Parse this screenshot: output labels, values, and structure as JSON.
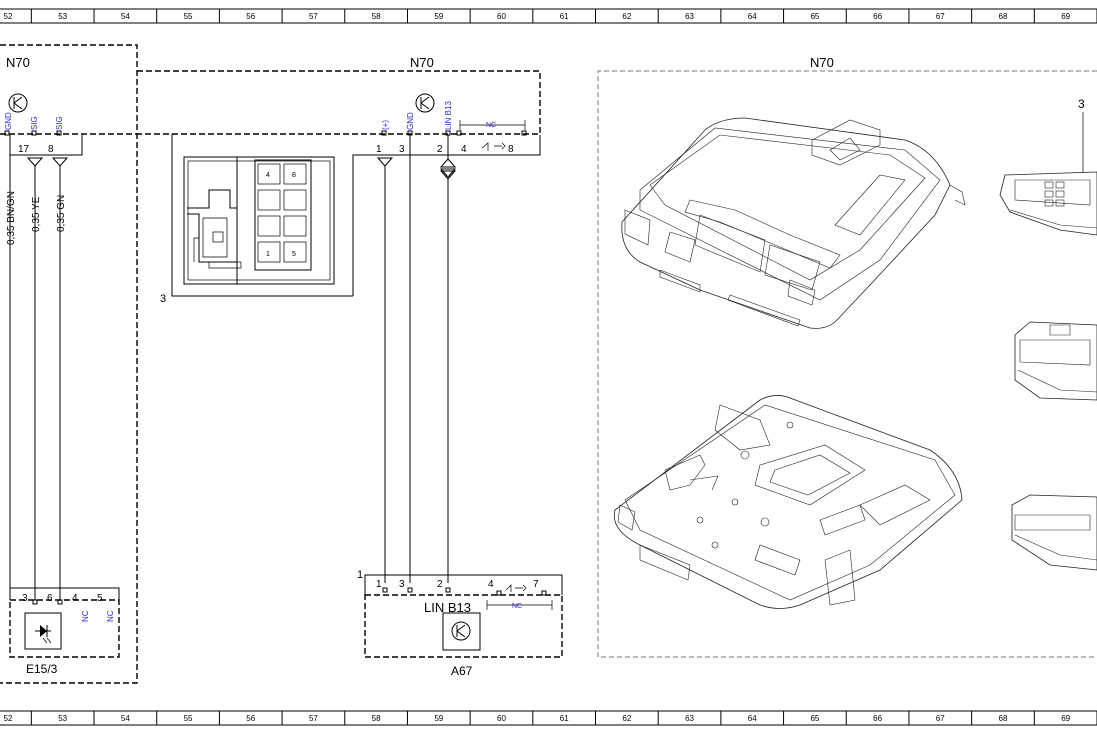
{
  "grid": {
    "columns": [
      "52",
      "53",
      "54",
      "55",
      "56",
      "57",
      "58",
      "59",
      "60",
      "61",
      "62",
      "63",
      "64",
      "65",
      "66",
      "67",
      "68",
      "69"
    ]
  },
  "left_module": {
    "title": "N70",
    "pins": [
      "17",
      "8"
    ],
    "signals": [
      "SIG",
      "SIG",
      "GND"
    ],
    "wires": [
      "0,35 BN/GN",
      "0,35 YE",
      "0,35 GN"
    ]
  },
  "center_module": {
    "title": "N70",
    "pin_labels": [
      "(+)",
      "GND",
      "LIN B13"
    ],
    "pins": [
      "1",
      "3",
      "2",
      "4",
      "8"
    ],
    "nc_label": "NC",
    "connector_label": "3",
    "connector_cells": [
      "4",
      "8",
      "1",
      "5"
    ]
  },
  "e153": {
    "name": "E15/3",
    "pins": [
      "3",
      "6",
      "4",
      "5"
    ],
    "nc_labels": [
      "NC",
      "NC"
    ]
  },
  "a67": {
    "name": "A67",
    "index_label": "1",
    "pins": [
      "1",
      "3",
      "2",
      "4",
      "7"
    ],
    "lin_label": "LIN B13",
    "nc_label": "NC"
  },
  "photo_panel": {
    "title": "N70",
    "callout": "3"
  }
}
